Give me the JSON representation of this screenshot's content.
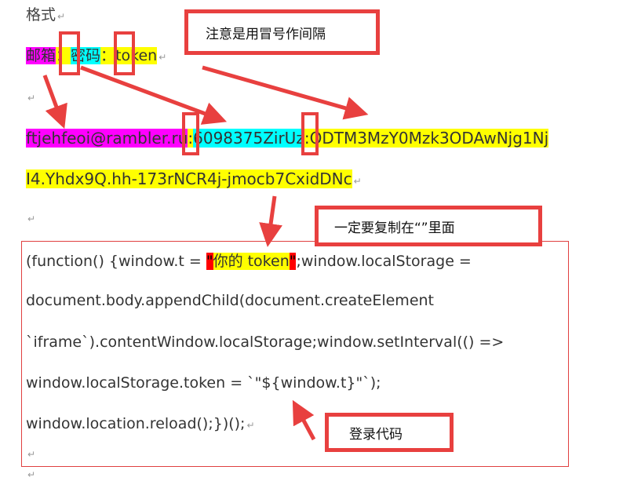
{
  "heading": "格式",
  "format": {
    "email_label": "邮箱",
    "sep1": "：",
    "password_label": "密码",
    "sep2": "：",
    "token_label": "token"
  },
  "example": {
    "email": "ftjehfeoi@rambler.ru",
    "sep1": ":",
    "password": "6098375ZirUz",
    "sep2": ":",
    "token_part1": "ODTM3MzY0Mzk3ODAwNjg1Nj",
    "token_part2": "I4.Yhdx9Q.hh-173rNCR4j-jmocb7CxidDNc"
  },
  "code": {
    "line1_prefix": "(function() {window.t = ",
    "quote_open": "\"",
    "placeholder": "你的 token",
    "quote_close": "\"",
    "line1_suffix": ";window.localStorage =",
    "line2": "document.body.appendChild(document.createElement",
    "line3": "`iframe`).contentWindow.localStorage;window.setInterval(() =>",
    "line4": "window.localStorage.token = `\"${window.t}\"`);",
    "line5": "window.location.reload();})();"
  },
  "para_mark": "↵",
  "callouts": {
    "colon_note": "注意是用冒号作间隔",
    "quote_note": "一定要复制在“”里面",
    "login_note": "登录代码"
  },
  "colors": {
    "accent_red": "#e8403f",
    "magenta": "#ff00ff",
    "cyan": "#00ffff",
    "yellow": "#ffff00"
  }
}
